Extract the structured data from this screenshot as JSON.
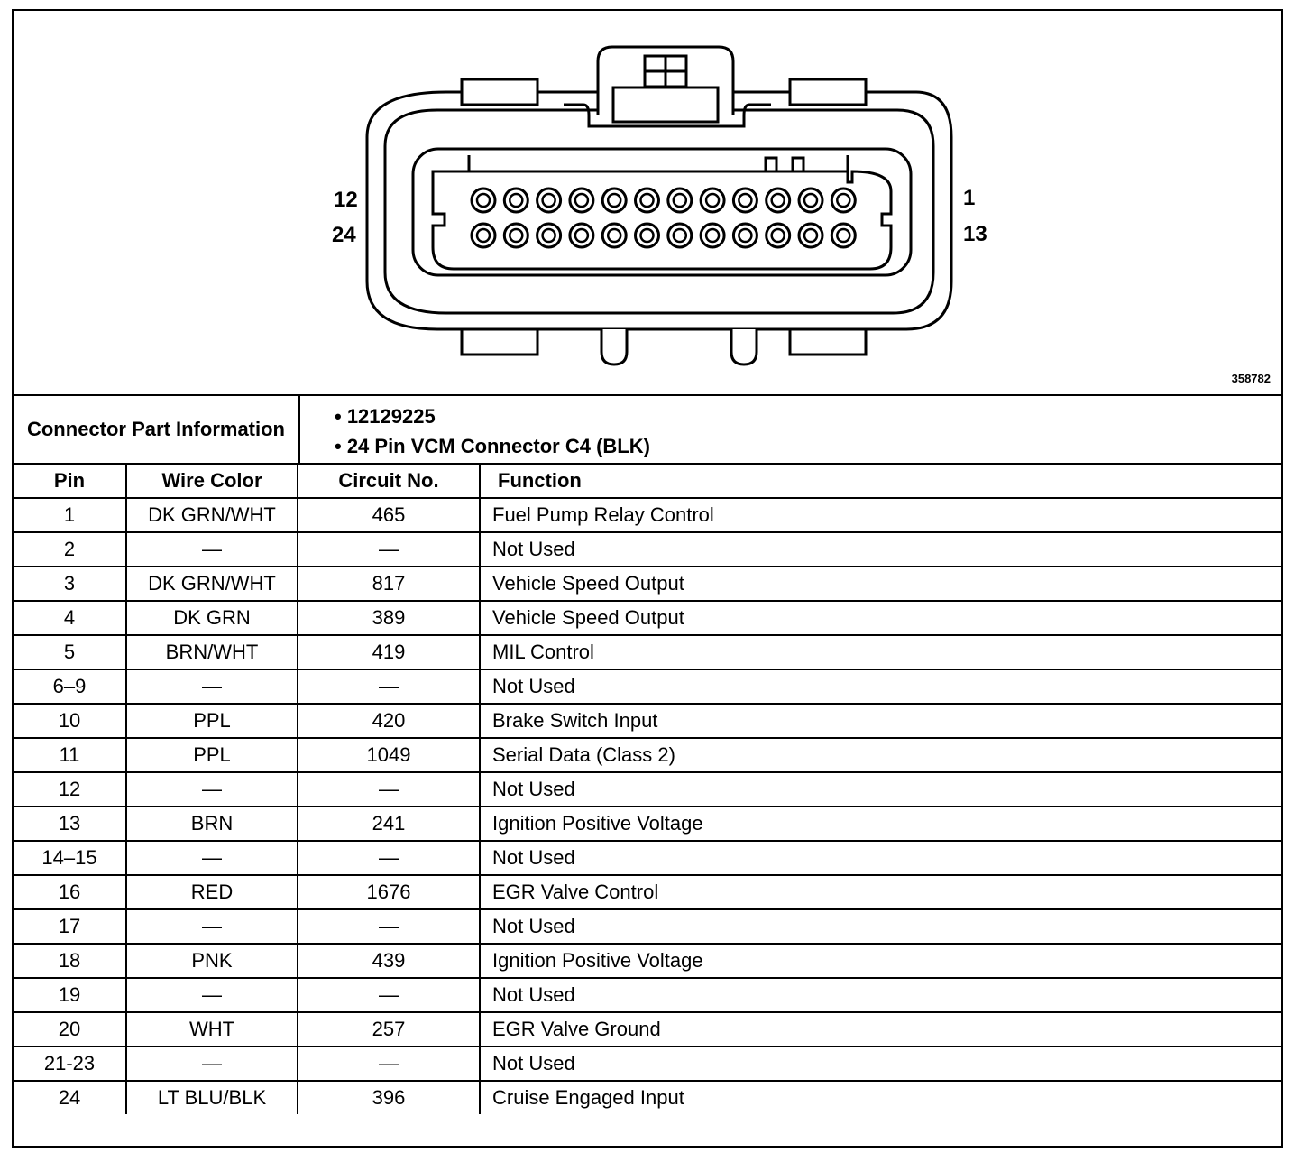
{
  "diagram": {
    "pin_labels": {
      "top_left": "12",
      "bottom_left": "24",
      "top_right": "1",
      "bottom_right": "13"
    },
    "figure_id": "358782"
  },
  "connector_info": {
    "label": "Connector Part Information",
    "items": [
      "• 12129225",
      "• 24 Pin VCM Connector C4 (BLK)"
    ]
  },
  "table": {
    "headers": {
      "pin": "Pin",
      "wire": "Wire Color",
      "circuit": "Circuit No.",
      "function": "Function"
    },
    "rows": [
      {
        "pin": "1",
        "wire": "DK GRN/WHT",
        "circuit": "465",
        "function": "Fuel Pump Relay Control"
      },
      {
        "pin": "2",
        "wire": "—",
        "circuit": "—",
        "function": "Not Used"
      },
      {
        "pin": "3",
        "wire": "DK GRN/WHT",
        "circuit": "817",
        "function": "Vehicle Speed Output"
      },
      {
        "pin": "4",
        "wire": "DK GRN",
        "circuit": "389",
        "function": "Vehicle Speed Output"
      },
      {
        "pin": "5",
        "wire": "BRN/WHT",
        "circuit": "419",
        "function": "MIL Control"
      },
      {
        "pin": "6–9",
        "wire": "—",
        "circuit": "—",
        "function": "Not Used"
      },
      {
        "pin": "10",
        "wire": "PPL",
        "circuit": "420",
        "function": "Brake Switch Input"
      },
      {
        "pin": "11",
        "wire": "PPL",
        "circuit": "1049",
        "function": "Serial Data (Class 2)"
      },
      {
        "pin": "12",
        "wire": "—",
        "circuit": "—",
        "function": "Not Used"
      },
      {
        "pin": "13",
        "wire": "BRN",
        "circuit": "241",
        "function": "Ignition Positive Voltage"
      },
      {
        "pin": "14–15",
        "wire": "—",
        "circuit": "—",
        "function": "Not Used"
      },
      {
        "pin": "16",
        "wire": "RED",
        "circuit": "1676",
        "function": "EGR Valve Control"
      },
      {
        "pin": "17",
        "wire": "—",
        "circuit": "—",
        "function": "Not Used"
      },
      {
        "pin": "18",
        "wire": "PNK",
        "circuit": "439",
        "function": "Ignition Positive Voltage"
      },
      {
        "pin": "19",
        "wire": "—",
        "circuit": "—",
        "function": "Not Used"
      },
      {
        "pin": "20",
        "wire": "WHT",
        "circuit": "257",
        "function": "EGR Valve Ground"
      },
      {
        "pin": "21-23",
        "wire": "—",
        "circuit": "—",
        "function": "Not Used"
      },
      {
        "pin": "24",
        "wire": "LT BLU/BLK",
        "circuit": "396",
        "function": "Cruise Engaged Input"
      }
    ]
  }
}
